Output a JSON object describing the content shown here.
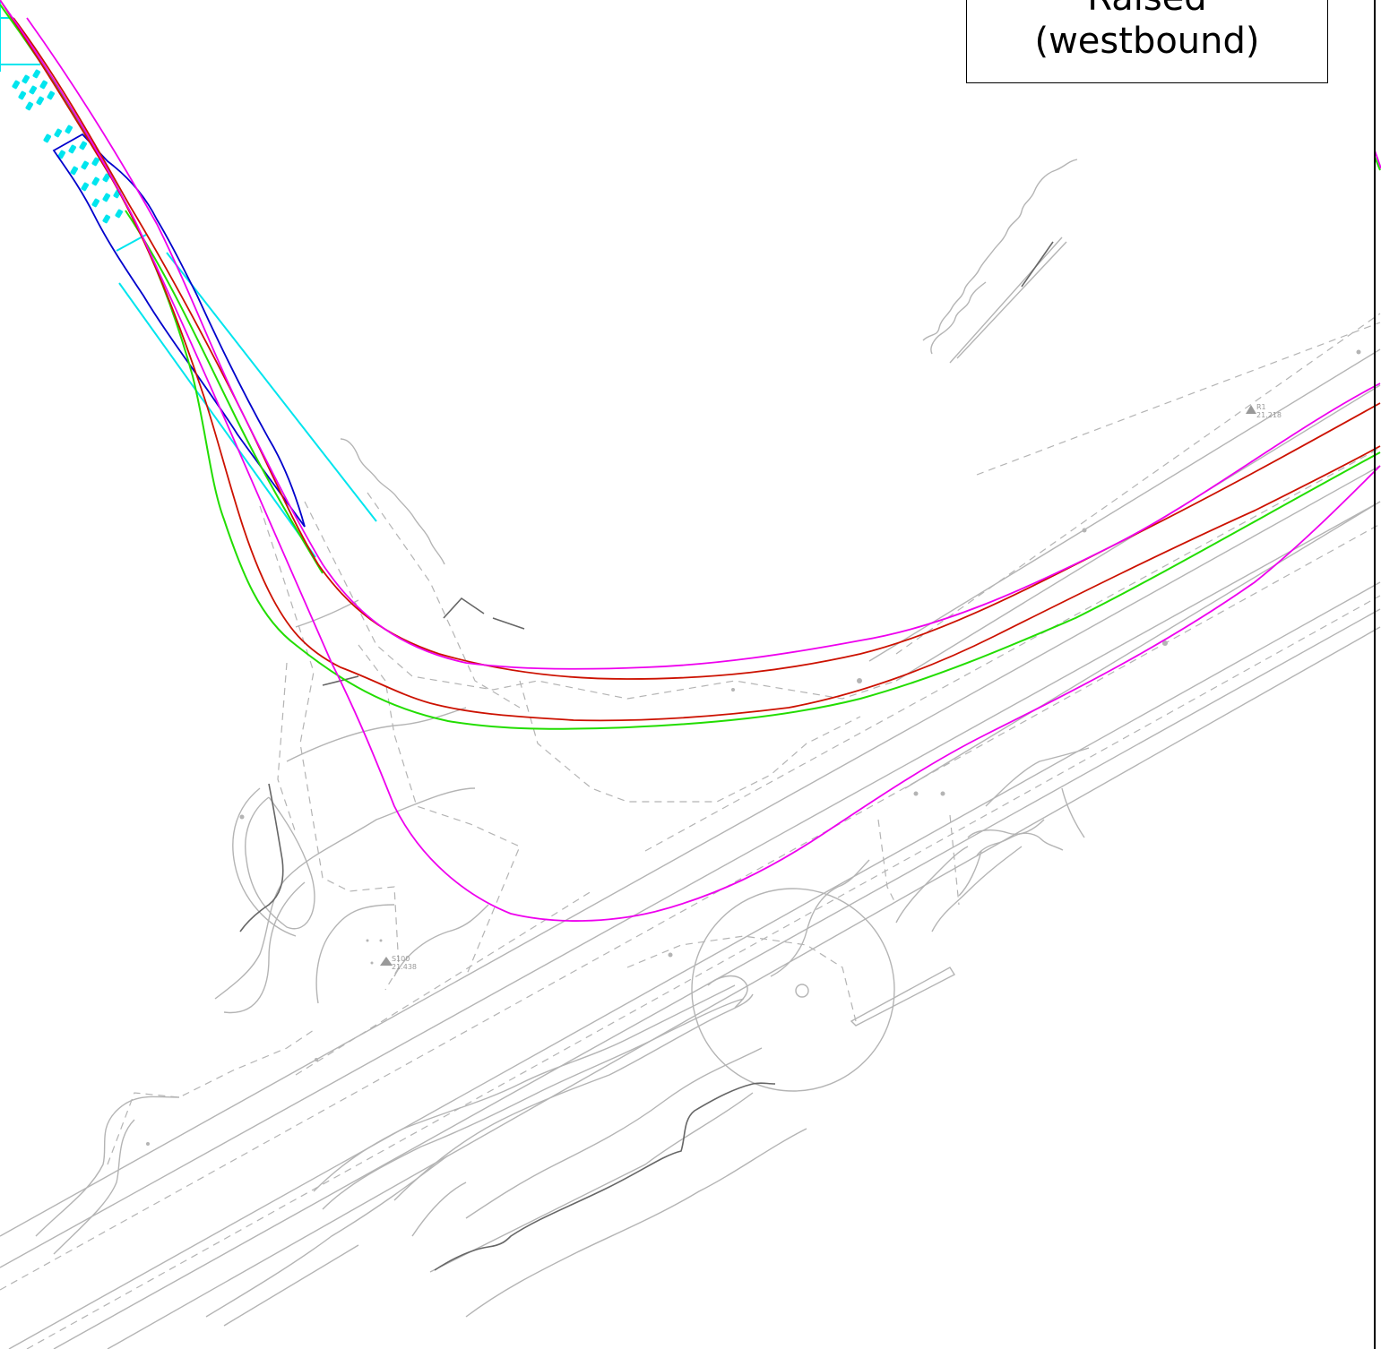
{
  "label": {
    "line1": "Raised",
    "line2": "(westbound)"
  },
  "survey_points": [
    {
      "name": "R1",
      "value": "21.218"
    },
    {
      "name": "S100",
      "value": "21.438"
    }
  ],
  "colors": {
    "existing": "#b4b4b4",
    "existing_dark": "#666666",
    "green_alignment": "#22dd00",
    "red_alignment": "#cc1100",
    "magenta_alignment": "#ee00ee",
    "blue_outline": "#0000cc",
    "cyan_markings": "#00e5ee"
  }
}
